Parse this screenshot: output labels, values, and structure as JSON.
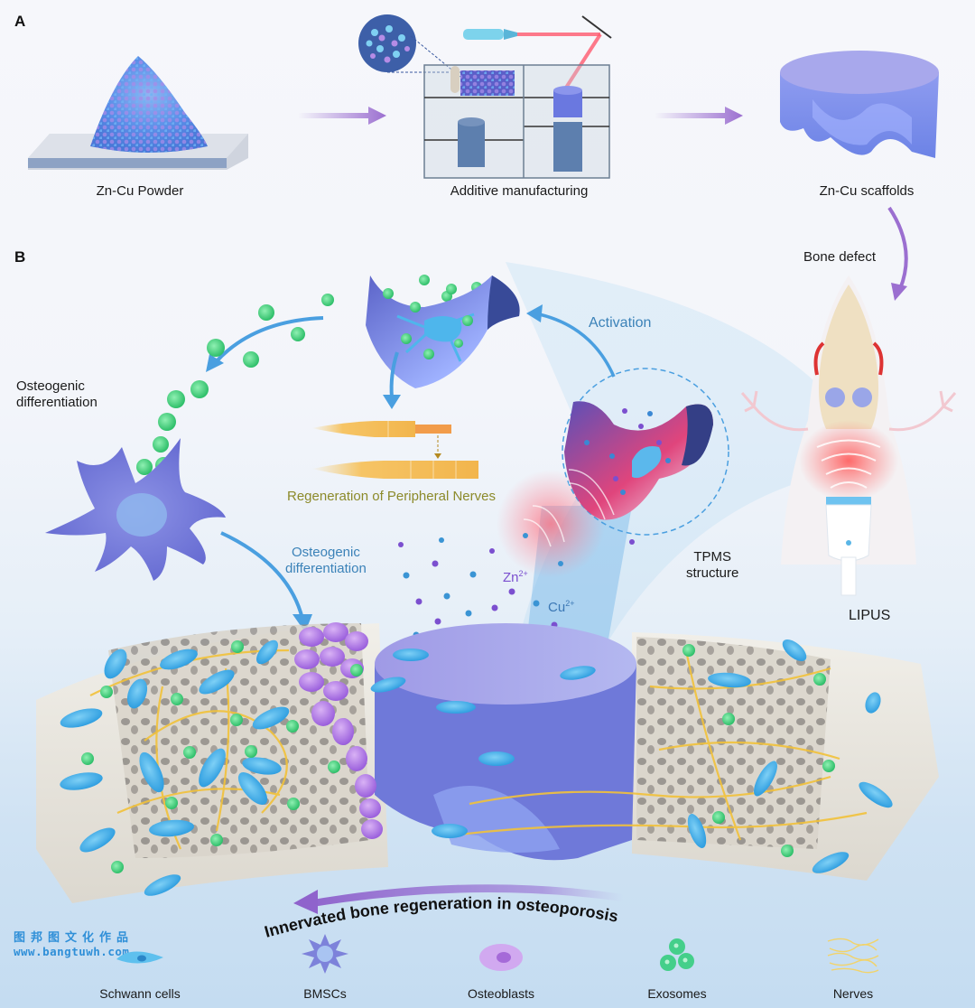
{
  "panel_a": {
    "label": "A",
    "steps": [
      {
        "caption": "Zn-Cu Powder"
      },
      {
        "caption": "Additive manufacturing"
      },
      {
        "caption": "Zn-Cu  scaffolds"
      }
    ]
  },
  "panel_b": {
    "label": "B",
    "bone_defect": "Bone defect",
    "osteogenic_left": [
      "Osteogenic",
      "differentiation"
    ],
    "osteogenic_center": [
      "Osteogenic",
      "differentiation"
    ],
    "activation": "Activation",
    "nerve_regen": "Regeneration of Peripheral Nerves",
    "tpms": [
      "TPMS",
      "structure"
    ],
    "lipus": "LIPUS",
    "ion_zn": {
      "base": "Zn",
      "charge": "2+"
    },
    "ion_cu": {
      "base": "Cu",
      "charge": "2+"
    },
    "bottom_title": "Innervated bone regeneration in osteoporosis"
  },
  "legend": [
    {
      "label": "Schwann cells",
      "icon": "schwann-cell-icon"
    },
    {
      "label": "BMSCs",
      "icon": "bmsc-icon"
    },
    {
      "label": "Osteoblasts",
      "icon": "osteoblast-icon"
    },
    {
      "label": "Exosomes",
      "icon": "exosome-icon"
    },
    {
      "label": "Nerves",
      "icon": "nerves-icon"
    }
  ],
  "watermark": {
    "chinese": "图邦图文化作品",
    "url": "www.bangtuwh.com"
  },
  "colors": {
    "purple_arrow": "#9b6fd0",
    "blue_arrow": "#4a9fe0",
    "scaffold_blue": "#7f8fe8",
    "schwann_cell": "#49b3ea",
    "osteoblast": "#b57de8",
    "exosome": "#3ecf7a",
    "nerve": "#f2c23a",
    "bone": "#ede9e1"
  }
}
